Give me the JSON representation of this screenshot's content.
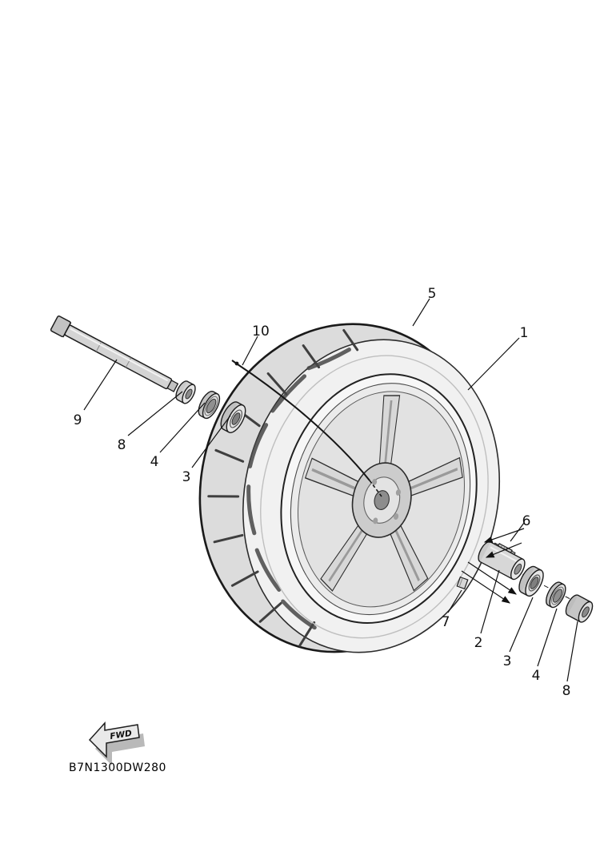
{
  "colors": {
    "background": "#ffffff",
    "line": "#1a1a1a",
    "metal_light": "#e8e8e8",
    "metal_mid": "#d4d4d4",
    "metal_dark": "#bdbdbd"
  },
  "diagram": {
    "type": "exploded-parts-diagram",
    "subject": "motorcycle front wheel",
    "part_code": "B7N1300DW280",
    "fwd_label": "FWD",
    "callouts": [
      {
        "label": "5"
      },
      {
        "label": "1"
      },
      {
        "label": "10"
      },
      {
        "label": "9"
      },
      {
        "label": "8"
      },
      {
        "label": "4"
      },
      {
        "label": "3"
      },
      {
        "label": "6"
      },
      {
        "label": "7"
      },
      {
        "label": "2"
      },
      {
        "label": "3"
      },
      {
        "label": "4"
      },
      {
        "label": "8"
      }
    ]
  }
}
